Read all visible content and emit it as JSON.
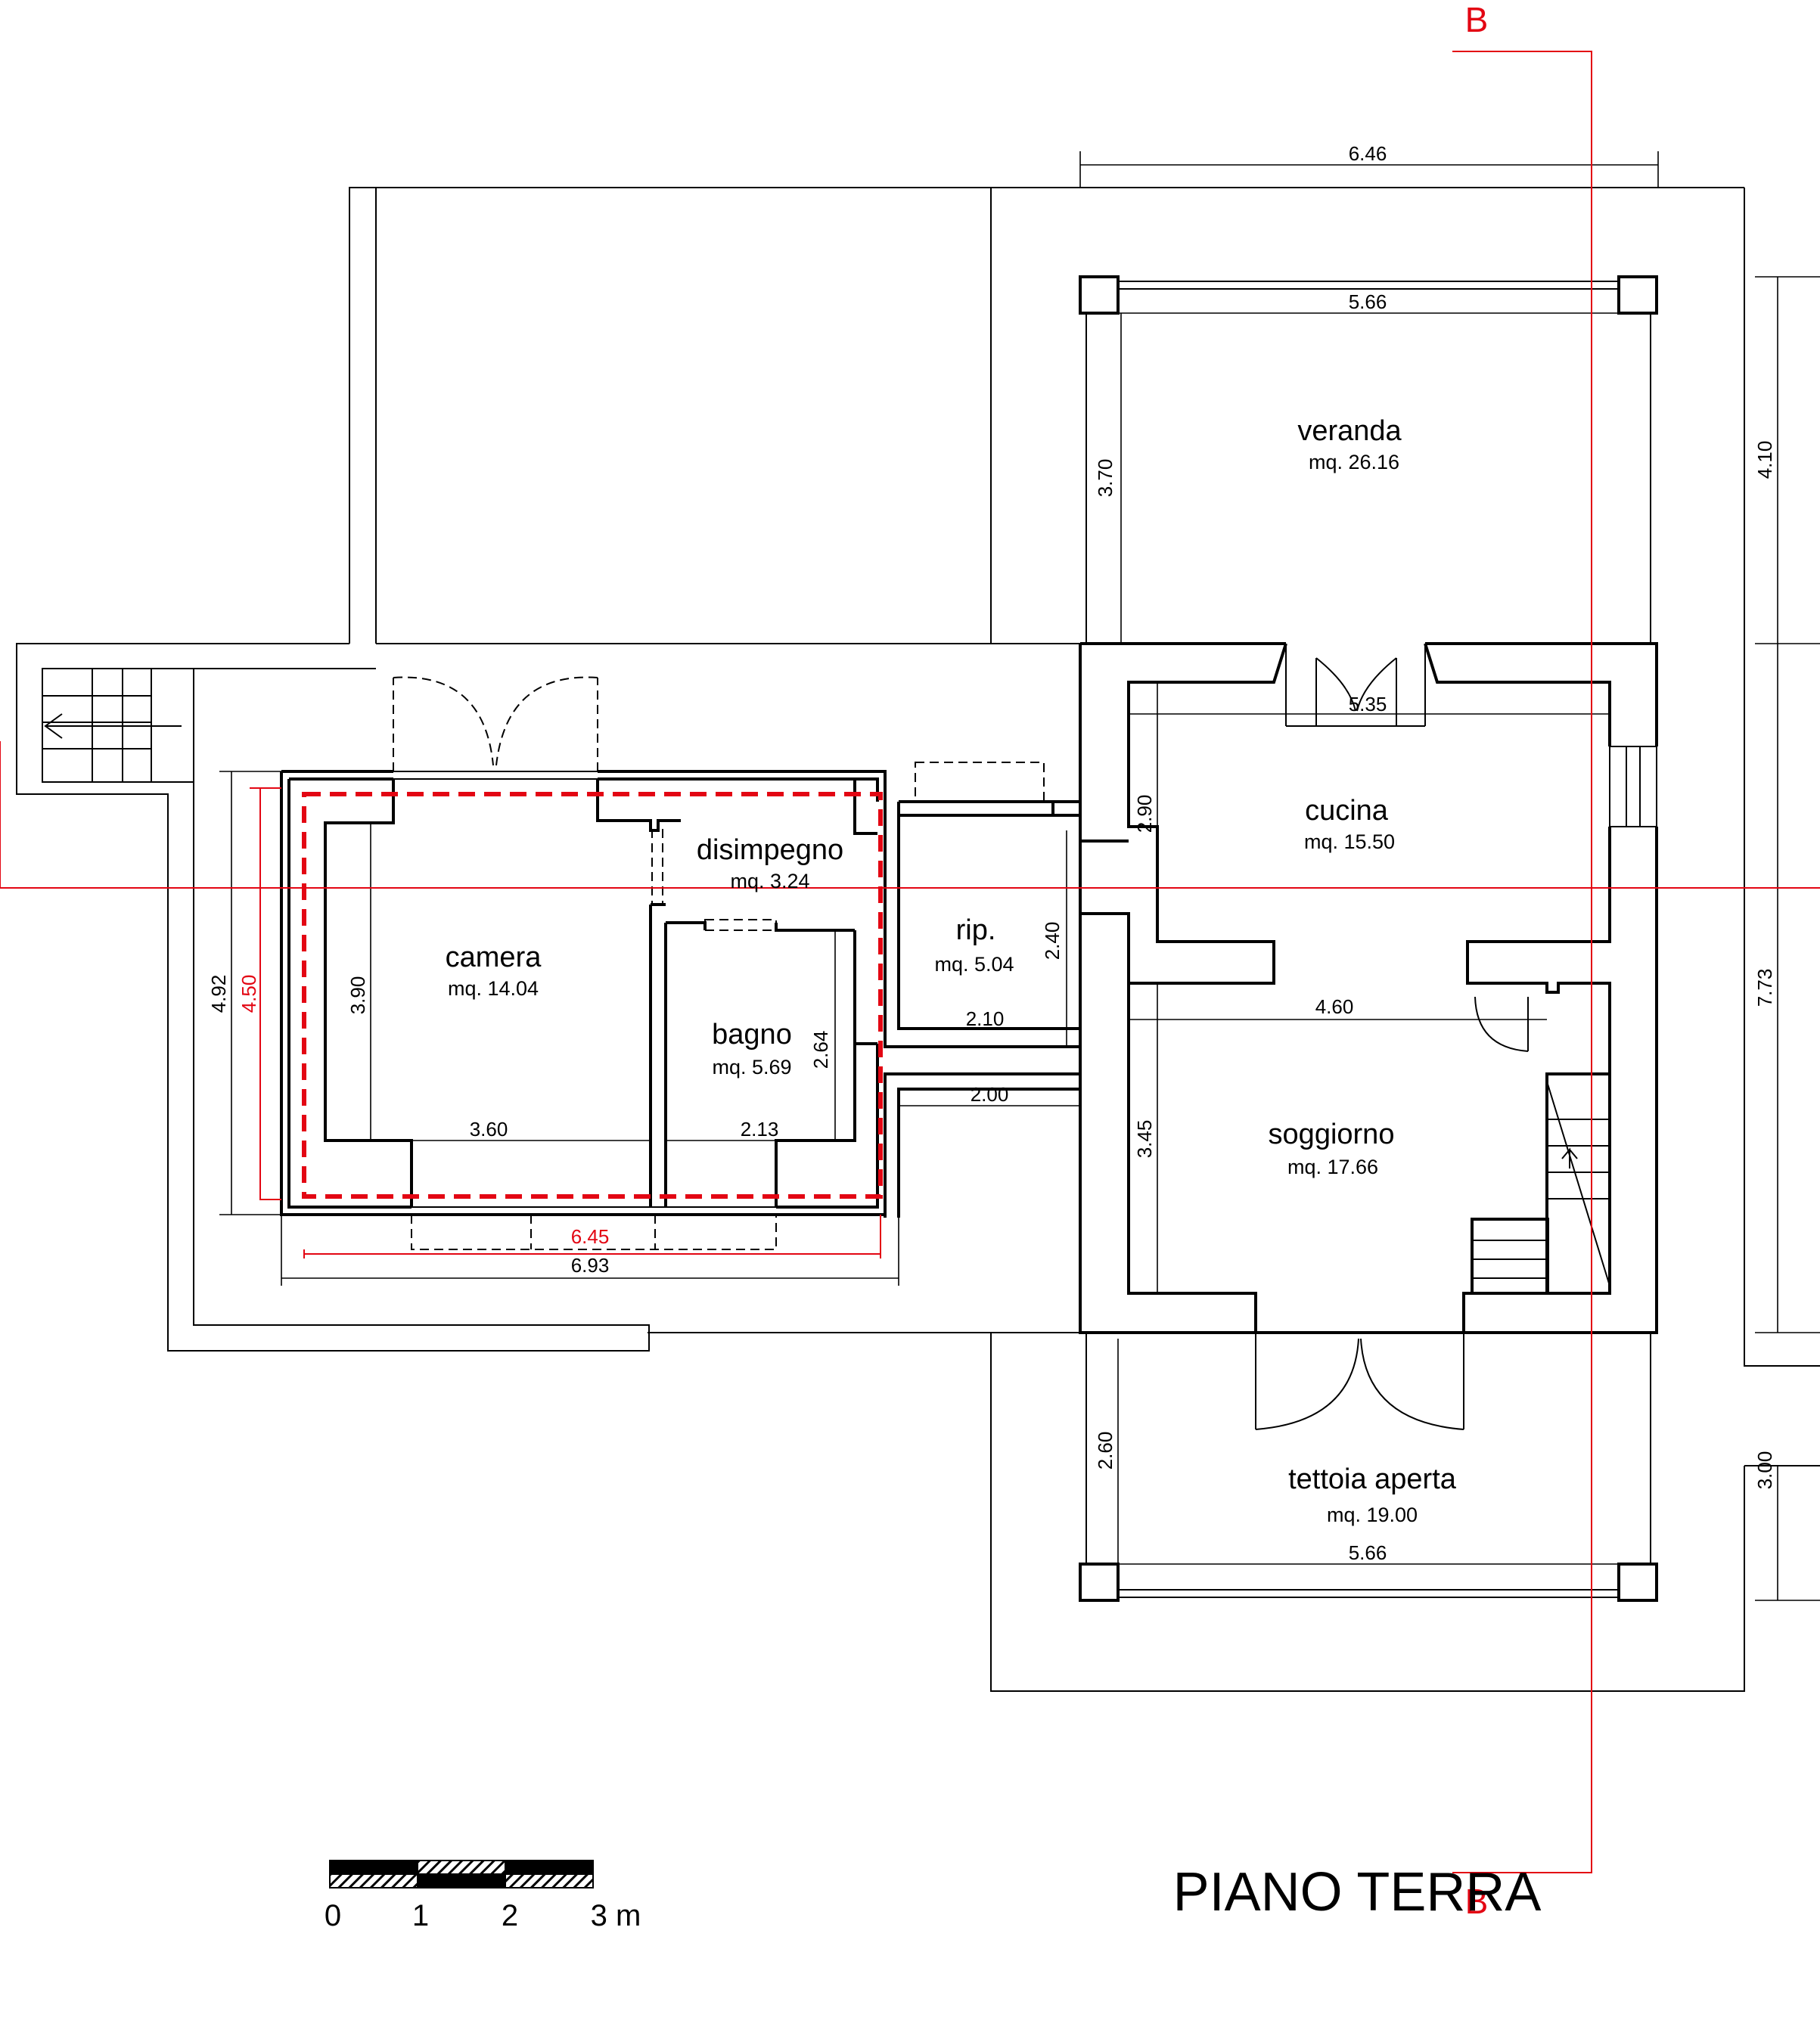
{
  "title": "PIANO TERRA",
  "section_label": "B",
  "rooms": [
    {
      "key": "veranda",
      "name": "veranda",
      "area": "mq. 26.16"
    },
    {
      "key": "cucina",
      "name": "cucina",
      "area": "mq. 15.50"
    },
    {
      "key": "disimpegno",
      "name": "disimpegno",
      "area": "mq. 3.24"
    },
    {
      "key": "camera",
      "name": "camera",
      "area": "mq. 14.04"
    },
    {
      "key": "rip",
      "name": "rip.",
      "area": "mq. 5.04"
    },
    {
      "key": "bagno",
      "name": "bagno",
      "area": "mq. 5.69"
    },
    {
      "key": "soggiorno",
      "name": "soggiorno",
      "area": "mq. 17.66"
    },
    {
      "key": "tettoia",
      "name": "tettoia aperta",
      "area": "mq. 19.00"
    }
  ],
  "dimensions": {
    "d646": "6.46",
    "d566_top": "5.66",
    "d370": "3.70",
    "d410": "4.10",
    "d535": "5.35",
    "d290": "2.90",
    "d240": "2.40",
    "d210": "2.10",
    "d460": "4.60",
    "d773": "7.73",
    "d200": "2.00",
    "d345": "3.45",
    "d492": "4.92",
    "d450": "4.50",
    "d390": "3.90",
    "d264": "2.64",
    "d360": "3.60",
    "d213": "2.13",
    "d645": "6.45",
    "d693": "6.93",
    "d260": "2.60",
    "d566_bottom": "5.66",
    "d300": "3.00"
  },
  "scale_bar": {
    "labels": [
      "0",
      "1",
      "2",
      "3 m"
    ]
  },
  "colors": {
    "line": "#000000",
    "section_line": "#e30613",
    "background": "#ffffff"
  }
}
